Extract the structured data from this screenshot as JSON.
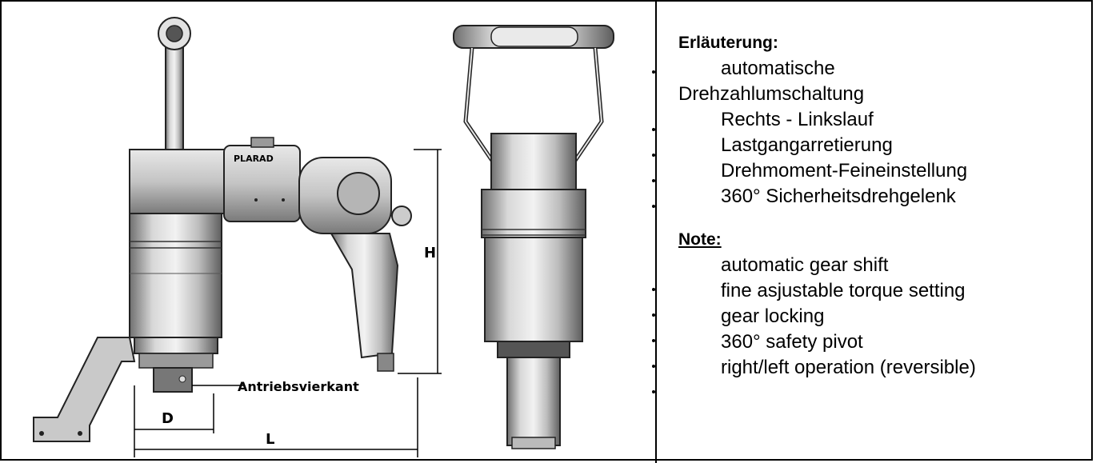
{
  "figure": {
    "brand": "PLARAD",
    "labels": {
      "height": "H",
      "depth": "D",
      "length": "L",
      "drive": "Antriebsvierkant"
    }
  },
  "notes": {
    "de_heading": "Erläuterung:",
    "de_items": [
      "automatische",
      "Drehzahlumschaltung",
      "Rechts - Linkslauf",
      "Lastgangarretierung",
      "Drehmoment-Feineinstellung",
      "360° Sicherheitsdrehgelenk"
    ],
    "en_heading": "Note:",
    "en_items": [
      "automatic gear shift",
      "fine asjustable torque setting",
      "gear locking",
      "360° safety pivot",
      "right/left operation (reversible)"
    ]
  }
}
